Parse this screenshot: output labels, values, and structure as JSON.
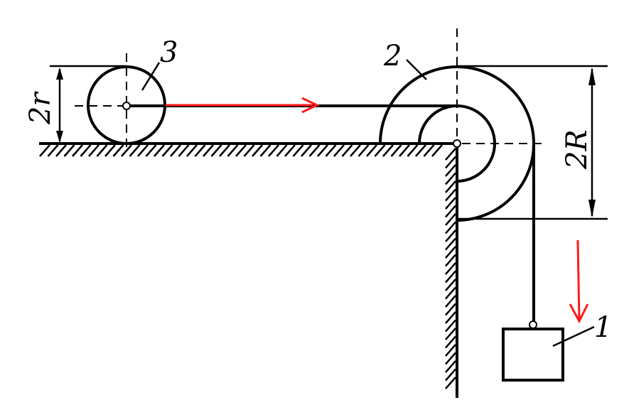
{
  "labels": {
    "body1": "1",
    "body2": "2",
    "body3": "3",
    "dim_small": "2r",
    "dim_large": "2R"
  },
  "colors": {
    "ink": "#000000",
    "arrow": "#ff1a1a"
  }
}
